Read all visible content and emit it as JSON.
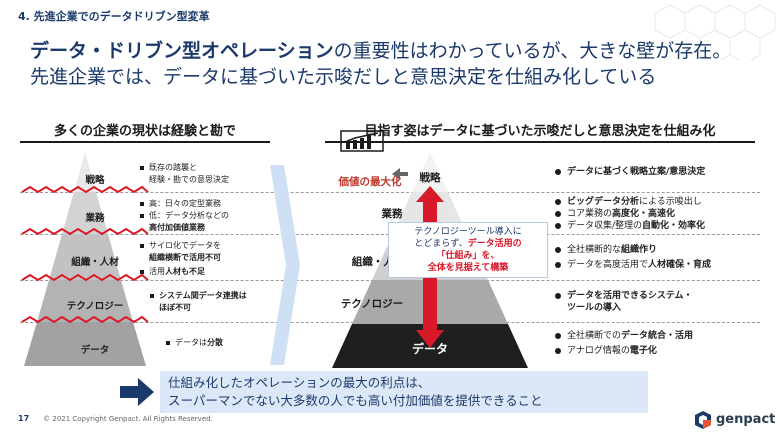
{
  "section_label": "4. 先進企業でのデータドリブン型変革",
  "headline": {
    "line1_bold": "データ・ドリブン型オペレーション",
    "line1_rest": "の重要性はわかっているが、大きな壁が存在。",
    "line2": "先進企業では、データに基づいた示唆だしと意思決定を仕組み化している"
  },
  "left": {
    "title": "多くの企業の現状は経験と勘で",
    "levels": [
      "戦略",
      "業務",
      "組織・人材",
      "テクノロジー",
      "データ"
    ],
    "notes": {
      "strategy": [
        "既存の踏襲と",
        "経験・勘での意思決定"
      ],
      "ops_1": "高：日々の定型業務",
      "ops_2a": "低：データ分析などの",
      "ops_2b": "高付加価値業務",
      "org_1a": "サイロ化でデータを",
      "org_1b": "組織横断で活用不可",
      "org_2a": "活用",
      "org_2b": "人材も不足",
      "tech_a": "システム間データ連携は",
      "tech_b": "ほぼ不可",
      "data_a": "データは",
      "data_b": "分散"
    }
  },
  "right": {
    "title": "目指す姿はデータに基づいた示唆だしと意思決定を仕組み化",
    "value_label": "価値の最大化",
    "levels": [
      "戦略",
      "業務",
      "組織・人材",
      "テクノロジー",
      "データ"
    ],
    "callout": {
      "l1": "テクノロジーツール導入に",
      "l2a": "とどまらず、",
      "l2b": "データ活用の",
      "l3": "「仕組み」を、",
      "l4": "全体を見据えて構築"
    },
    "bullets": {
      "strategy": "データに基づく戦略立案/意思決定",
      "ops_1a": "ビッグデータ分析",
      "ops_1b": "による示唆出し",
      "ops_2a": "コア業務の",
      "ops_2b": "高度化・高速化",
      "ops_3a": "データ収集/整理の",
      "ops_3b": "自動化・効率化",
      "org_1a": "全社横断的な",
      "org_1b": "組織作り",
      "org_2a": "データを高度活用で",
      "org_2b": "人材確保・育成",
      "tech_1": "データを活用できるシステム・",
      "tech_2": "ツールの導入",
      "data_1a": "全社横断での",
      "data_1b": "データ統合・活用",
      "data_2a": "アナログ情報の",
      "data_2b": "電子化"
    }
  },
  "banner": {
    "line1": "仕組み化したオペレーションの最大の利点は、",
    "line2": "スーパーマンでない大多数の人でも高い付加価値を提供できること"
  },
  "footer": {
    "page": "17",
    "copyright": "© 2021 Copyright Genpact. All Rights Reserved."
  },
  "logo": "genpact",
  "colors": {
    "navy": "#1b3a6b",
    "red": "#d7192a",
    "banner": "#dce8f7"
  }
}
